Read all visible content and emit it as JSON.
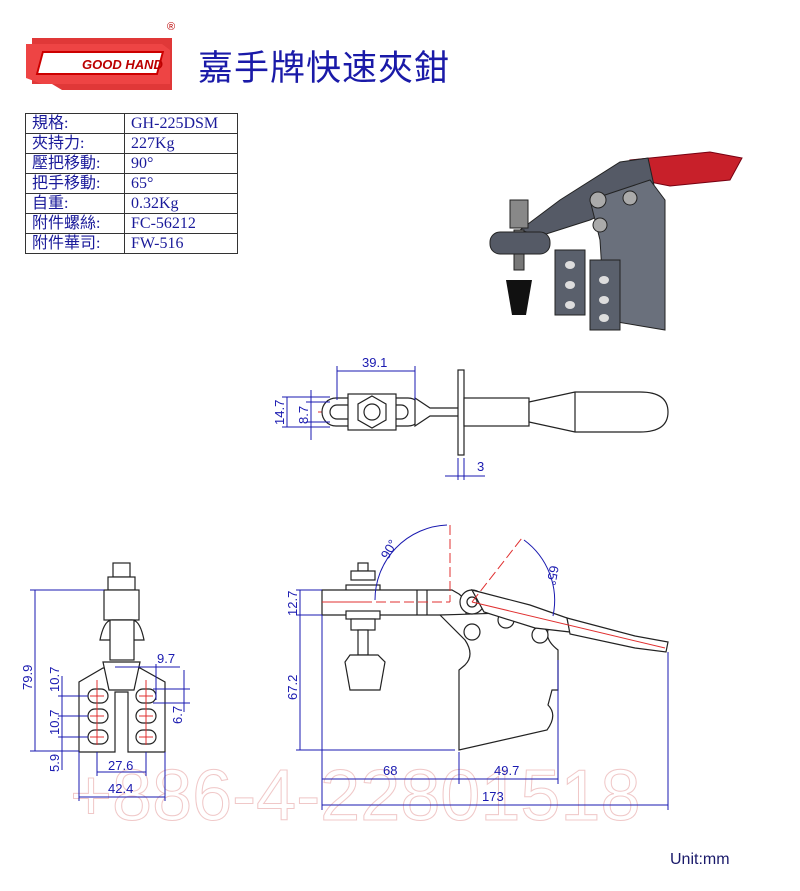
{
  "logo": {
    "brand": "GOOD HAND",
    "registered": "®"
  },
  "title": "嘉手牌快速夾鉗",
  "spec_table": [
    {
      "key": "規格:",
      "value": "GH-225DSM"
    },
    {
      "key": "夾持力:",
      "value": "227Kg"
    },
    {
      "key": "壓把移動:",
      "value": "90°"
    },
    {
      "key": "把手移動:",
      "value": "65°"
    },
    {
      "key": "自重:",
      "value": "0.32Kg"
    },
    {
      "key": "附件螺絲:",
      "value": "FC-56212"
    },
    {
      "key": "附件華司:",
      "value": "FW-516"
    }
  ],
  "top_view": {
    "d_length": "39.1",
    "d_width_outer": "14.7",
    "d_width_inner": "8.7",
    "d_plate": "3"
  },
  "front_view": {
    "d_height": "79.9",
    "d_hole_pitch1": "10.7",
    "d_hole_pitch2": "10.7",
    "d_base": "5.9",
    "d_offset": "9.7",
    "d_slot": "6.7",
    "d_hole_span": "27.6",
    "d_width": "42.4"
  },
  "side_view": {
    "d_arm": "12.7",
    "d_height": "67.2",
    "d_reach": "68",
    "d_base": "49.7",
    "d_total": "173",
    "angle_bar": "90°",
    "angle_handle": "65°"
  },
  "watermark": "+886-4-22801518",
  "unit": "Unit:mm",
  "colors": {
    "title": "#1a1aa8",
    "dimension": "#1a1ab0",
    "handle": "#c8202a",
    "center_line": "#e03030"
  }
}
